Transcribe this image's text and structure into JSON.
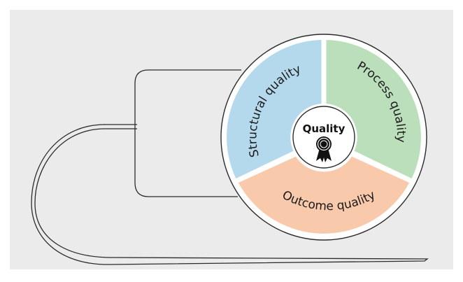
{
  "diagram": {
    "center_label": "Quality",
    "center_icon": "award-rosette-icon",
    "segments": [
      {
        "label": "Structural quality",
        "color": "#b5d9ec"
      },
      {
        "label": "Process quality",
        "color": "#bbdfba"
      },
      {
        "label": "Outcome quality",
        "color": "#f9c9ac"
      }
    ],
    "background_color": "#ebebeb",
    "stroke_color": "#2b2b2b"
  }
}
